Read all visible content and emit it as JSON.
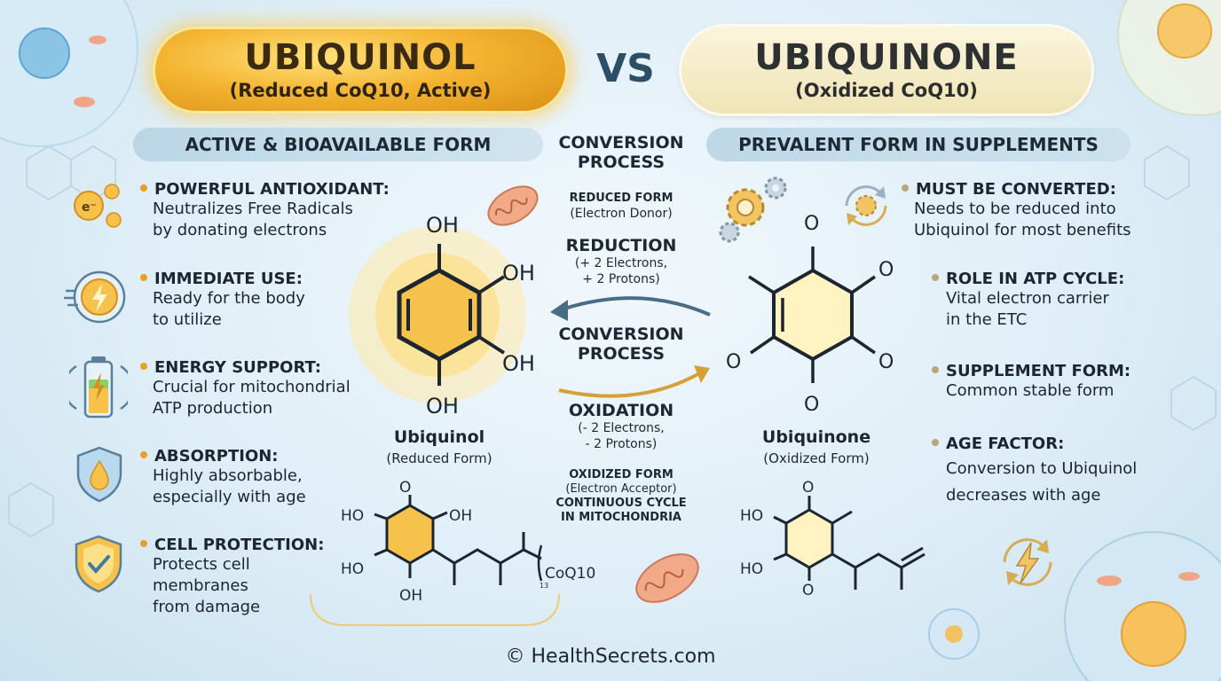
{
  "left_title": {
    "main": "UBIQUINOL",
    "sub": "(Reduced CoQ10, Active)"
  },
  "vs_label": "VS",
  "right_title": {
    "main": "UBIQUINONE",
    "sub": "(Oxidized CoQ10)"
  },
  "left_section": "ACTIVE & BIOAVAILABLE FORM",
  "right_section": "PREVALENT FORM IN SUPPLEMENTS",
  "center": {
    "heading_line1": "CONVERSION",
    "heading_line2": "PROCESS",
    "reduced_form_line1": "REDUCED FORM",
    "reduced_form_line2": "(Electron Donor)",
    "reduction_title": "REDUCTION",
    "reduction_line1": "(+ 2 Electrons,",
    "reduction_line2": "+ 2 Protons)",
    "process_line1": "CONVERSION",
    "process_line2": "PROCESS",
    "oxidation_title": "OXIDATION",
    "oxidation_line1": "(- 2 Electrons,",
    "oxidation_line2": "- 2 Protons)",
    "oxidized_form_line1": "OXIDIZED FORM",
    "oxidized_form_line2": "(Electron Acceptor)",
    "cycle_line1": "CONTINUOUS CYCLE",
    "cycle_line2": "IN MITOCHONDRIA"
  },
  "left_features": [
    {
      "title": "POWERFUL ANTIOXIDANT:",
      "desc1": "Neutralizes Free Radicals",
      "desc2": "by donating electrons",
      "desc3": "",
      "icon": "electron-icon"
    },
    {
      "title": "IMMEDIATE USE:",
      "desc1": "Ready for the body",
      "desc2": "to utilize",
      "desc3": "",
      "icon": "lightning-clock-icon"
    },
    {
      "title": "ENERGY SUPPORT:",
      "desc1": "Crucial for mitochondrial",
      "desc2": "ATP production",
      "desc3": "",
      "icon": "battery-icon"
    },
    {
      "title": "ABSORPTION:",
      "desc1": "Highly absorbable,",
      "desc2": "especially with age",
      "desc3": "",
      "icon": "droplet-shield-icon"
    },
    {
      "title": "CELL PROTECTION:",
      "desc1": "Protects cell",
      "desc2": "membranes",
      "desc3": "from damage",
      "icon": "check-shield-icon"
    }
  ],
  "right_features": [
    {
      "title": "MUST BE CONVERTED:",
      "desc1": "Needs to be reduced into",
      "desc2": "Ubiquinol for most benefits"
    },
    {
      "title": "ROLE IN ATP CYCLE:",
      "desc1": "Vital electron carrier",
      "desc2": "in the ETC"
    },
    {
      "title": "SUPPLEMENT FORM:",
      "desc1": "Common stable form",
      "desc2": ""
    },
    {
      "title": "AGE FACTOR:",
      "desc1": "Conversion to Ubiquinol",
      "desc2": "decreases with age"
    }
  ],
  "left_molecule": {
    "name": "Ubiquinol",
    "sub": "(Reduced Form)",
    "oh_top": "OH",
    "oh_right1": "OH",
    "oh_right2": "OH",
    "oh_bottom": "OH"
  },
  "right_molecule": {
    "name": "Ubiquinone",
    "sub": "(Oxidized Form)",
    "o_top": "O",
    "o_right1": "O",
    "o_left": "O",
    "o_right2": "O",
    "o_bottom": "O"
  },
  "left_small_molecule": {
    "o_top": "O",
    "ho_left1": "HO",
    "oh_right": "OH",
    "ho_left2": "HO",
    "oh_bottom": "OH",
    "coq_label": "CoQ10",
    "subscript": "13"
  },
  "right_small_molecule": {
    "ho_left1": "HO",
    "o_top": "O",
    "ho_left2": "HO",
    "o_bottom": "O"
  },
  "footer": "© HealthSecrets.com",
  "colors": {
    "gold": "#f4b431",
    "navy": "#2d4f66",
    "cream": "#efe4b6",
    "background": "#dfeef7"
  }
}
